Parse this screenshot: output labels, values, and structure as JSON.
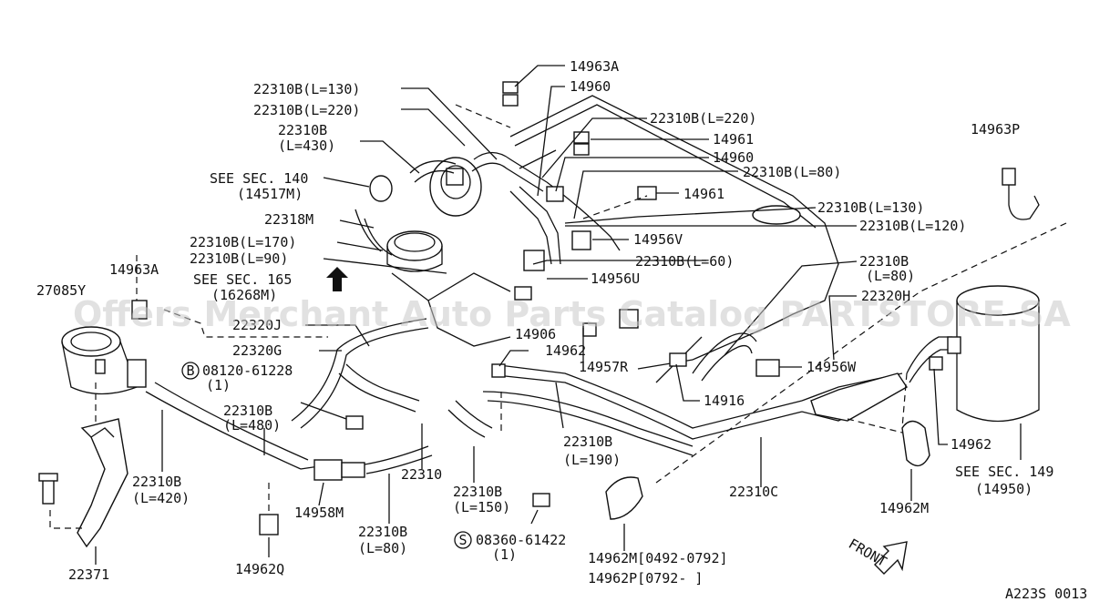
{
  "watermark": "Offers Merchant Auto Parts Catalog PARTSTORE.SA",
  "footer_code": "A223S 0013",
  "front_label": "FRONT",
  "labels": [
    "14963A",
    "14960",
    "22310B(L=130)",
    "22310B(L=220)",
    "22310B",
    "(L=430)",
    "22310B(L=220)",
    "14961",
    "14960",
    "22310B(L=80)",
    "14961",
    "SEE SEC. 140",
    "(14517M)",
    "22318M",
    "22310B(L=130)",
    "22310B(L=120)",
    "22310B(L=170)",
    "22310B(L=90)",
    "14956V",
    "22310B(L=60)",
    "14963P",
    "27085Y",
    "14963A",
    "SEE SEC. 165",
    "(16268M)",
    "14956U",
    "22310B",
    "(L=80)",
    "22320H",
    "22320J",
    "14906",
    "14962",
    "22320G",
    "14957R",
    "14956W",
    "08120-61228",
    "(1)",
    "14916",
    "22310B",
    "(L=480)",
    "22310B",
    "(L=190)",
    "14962",
    "22310B",
    "(L=420)",
    "22310",
    "22310C",
    "SEE SEC. 149",
    "(14950)",
    "14958M",
    "22310B",
    "(L=150)",
    "14962M",
    "08360-61422",
    "(1)",
    "22310B",
    "(L=80)",
    "14962M[0492-0792]",
    "14962P[0792-   ]",
    "22371",
    "14962Q"
  ],
  "markers": [
    "B",
    "S"
  ]
}
